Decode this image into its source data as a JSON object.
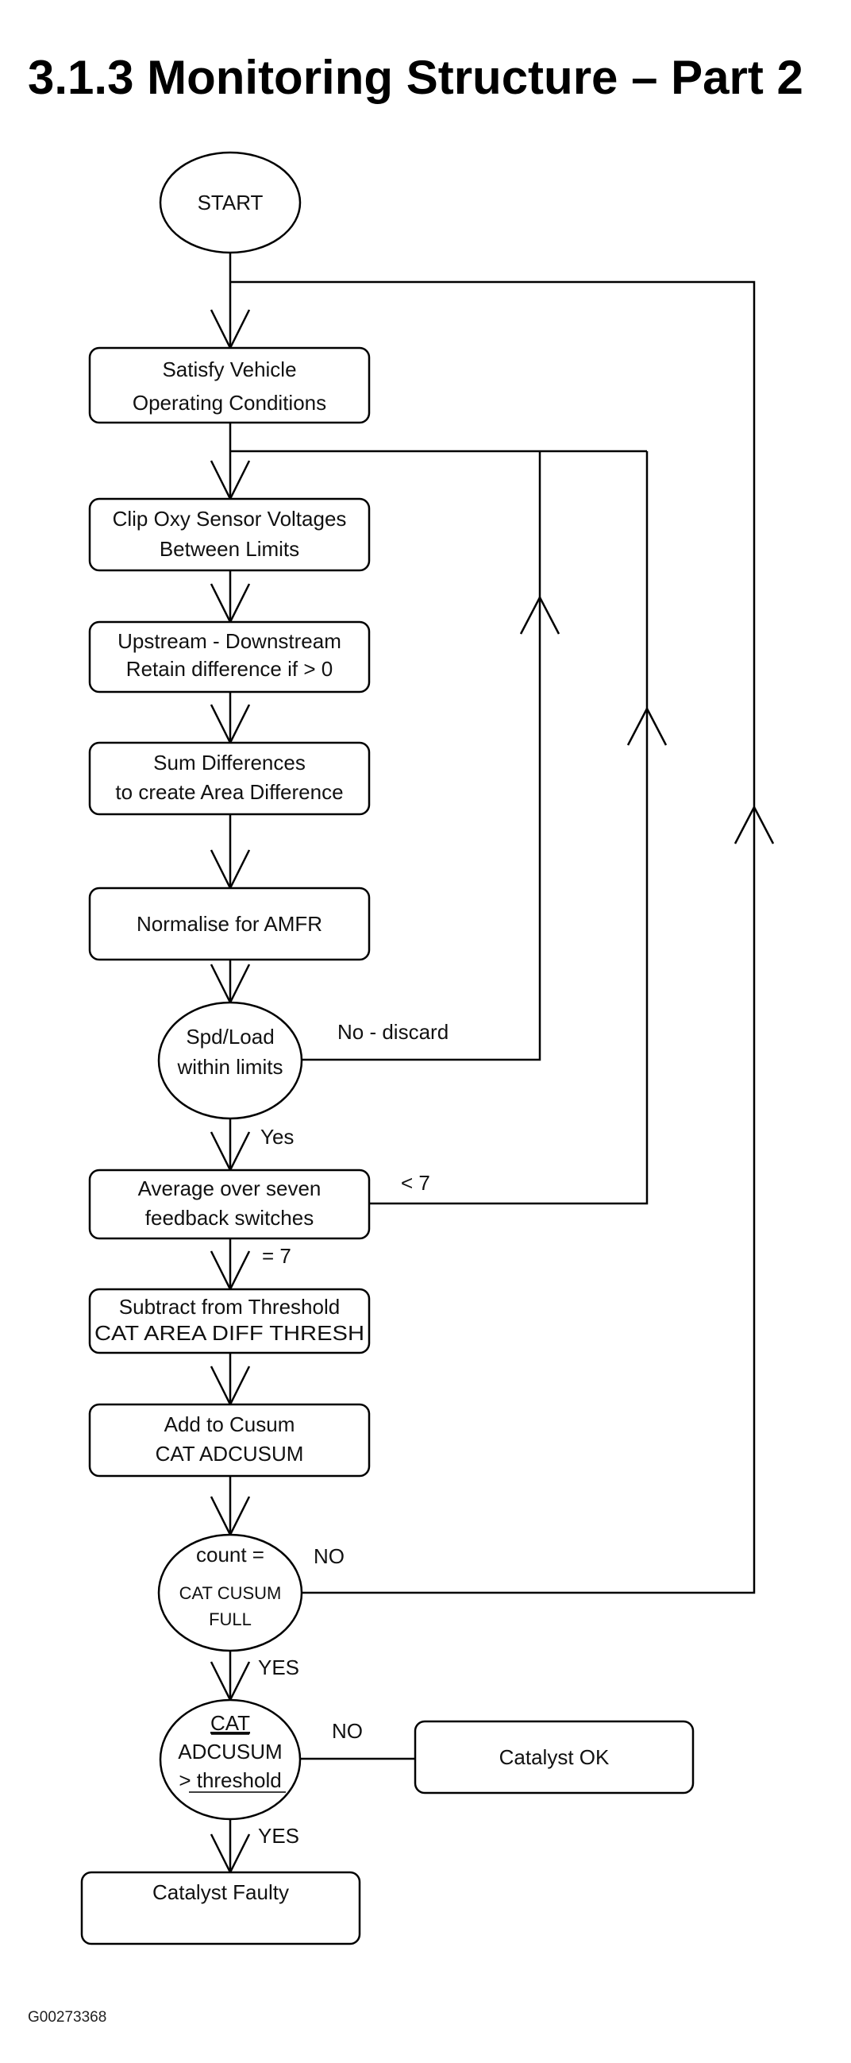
{
  "title": "3.1.3   Monitoring Structure – Part 2",
  "figure_id": "G00273368",
  "nodes": {
    "start": "START",
    "satisfy": [
      "Satisfy Vehicle",
      "Operating Conditions"
    ],
    "clip": [
      "Clip Oxy Sensor Voltages",
      "Between Limits"
    ],
    "updown": [
      "Upstream - Downstream",
      "Retain difference if > 0"
    ],
    "sum": [
      "Sum Differences",
      "to create Area Difference"
    ],
    "normalise": "Normalise for AMFR",
    "spdload": [
      "Spd/Load",
      "within limits"
    ],
    "average": [
      "Average over seven",
      "feedback switches"
    ],
    "subtract": [
      "Subtract from Threshold",
      "CAT AREA DIFF THRESH"
    ],
    "add": [
      "Add to Cusum",
      "CAT ADCUSUM"
    ],
    "count": [
      "count =",
      "CAT CUSUM",
      "FULL"
    ],
    "adcusum": [
      "CAT",
      "ADCUSUM",
      "> threshold"
    ],
    "ok": "Catalyst OK",
    "faulty": "Catalyst Faulty"
  },
  "edge_labels": {
    "no_discard": "No - discard",
    "yes": "Yes",
    "lt7": "< 7",
    "eq7": "= 7",
    "count_no": "NO",
    "count_yes": "YES",
    "adcusum_no": "NO",
    "adcusum_yes": "YES"
  }
}
